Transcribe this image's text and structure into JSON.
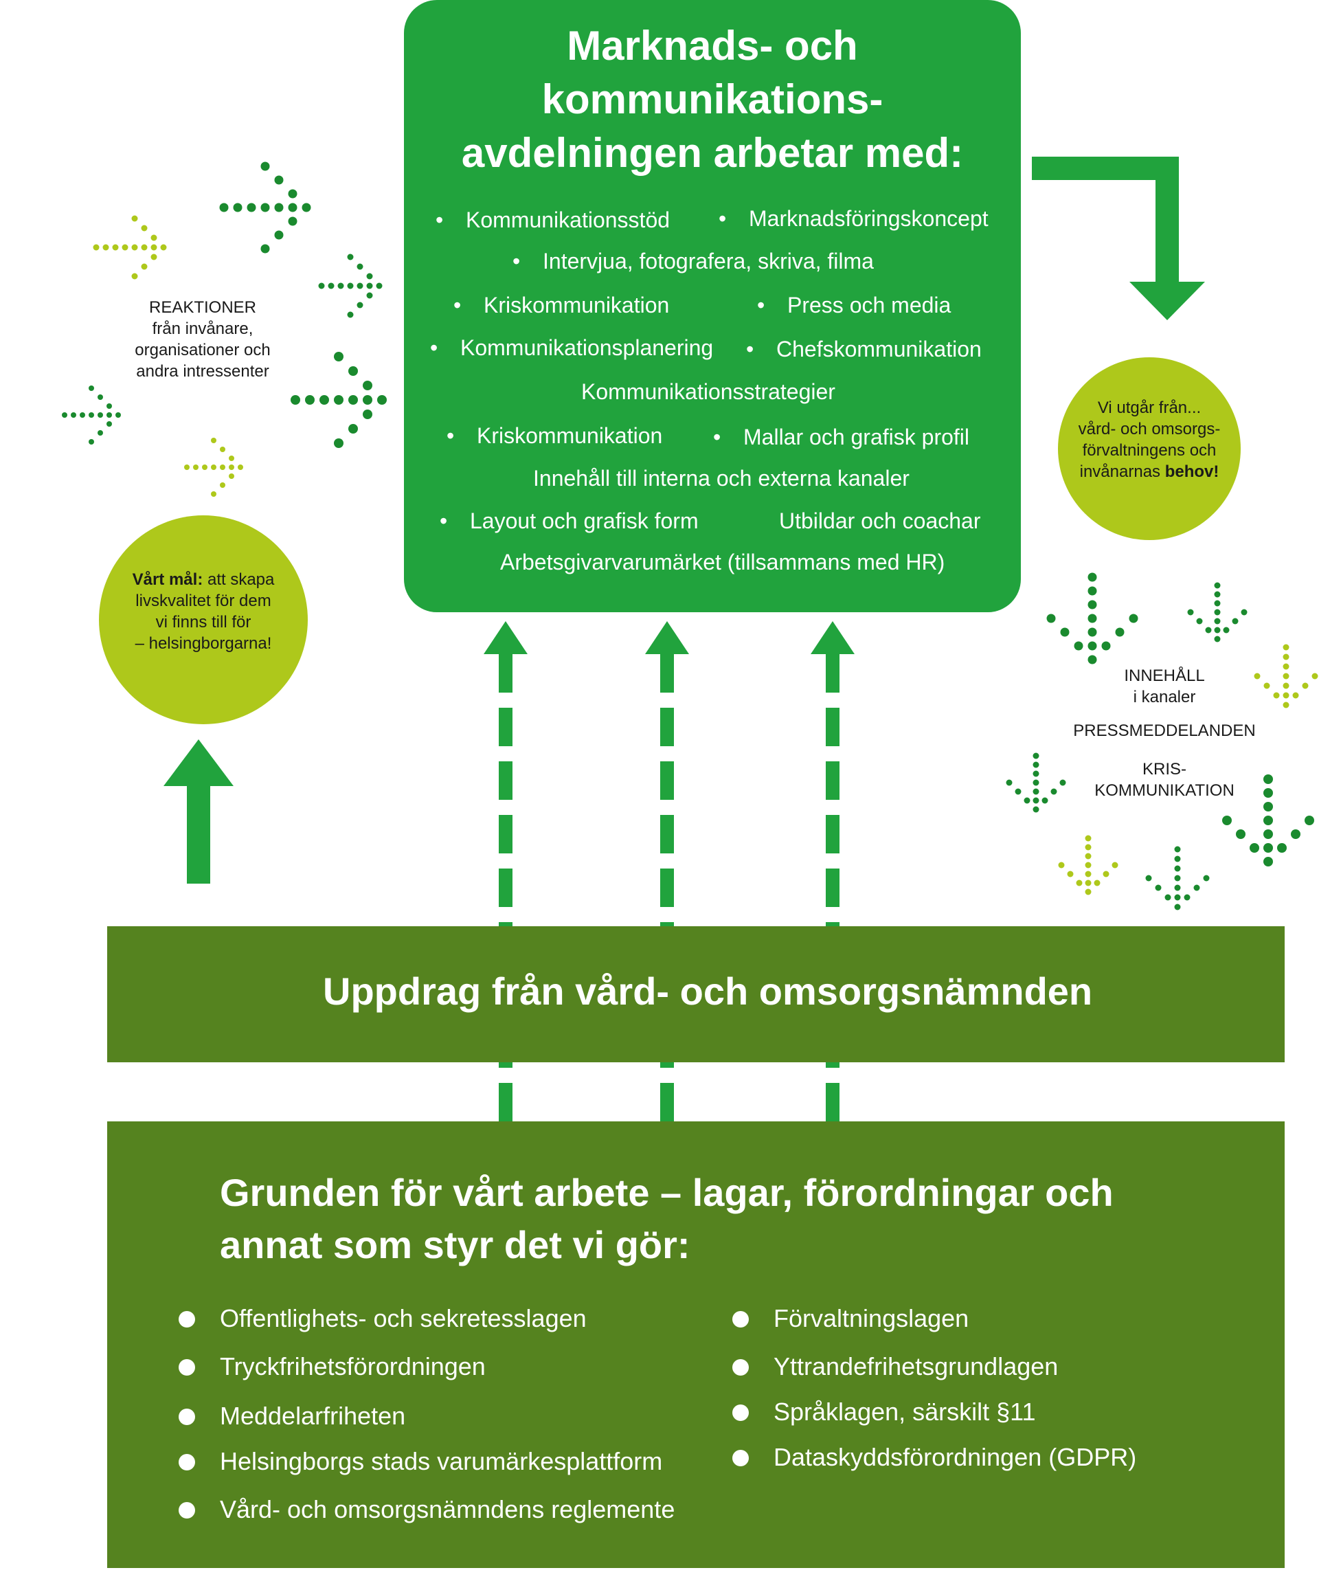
{
  "colors": {
    "green": "#21a33d",
    "dark_green": "#55831f",
    "lime": "#aec81b",
    "arrow_dark": "#1a8a2e"
  },
  "main": {
    "title_lines": [
      "Marknads- och",
      "kommunikations-",
      "avdelningen arbetar med:"
    ],
    "items": {
      "i1": "Kommunikationsstöd",
      "i2": "Marknadsföringskoncept",
      "i3": "Intervjua, fotografera, skriva, filma",
      "i4": "Kriskommunikation",
      "i5": "Press och media",
      "i6": "Kommunikationsplanering",
      "i7": "Chefskommunikation",
      "i8": "Kommunikationsstrategier",
      "i9": "Kriskommunikation",
      "i10": "Mallar och grafisk profil",
      "i11": "Innehåll till interna och externa kanaler",
      "i12": "Layout och grafisk form",
      "i13": "Utbildar och coachar",
      "i14": "Arbetsgivarvarumärket (tillsammans med HR)"
    }
  },
  "left": {
    "reaktioner_lines": [
      "REAKTIONER",
      "från invånare,",
      "organisationer och",
      "andra intressenter"
    ],
    "goal_bold": "Vårt mål:",
    "goal_line1_rest": " att skapa",
    "goal_lines": [
      "livskvalitet för dem",
      "vi finns till för",
      "– helsingborgarna!"
    ]
  },
  "right": {
    "circle_line1": "Vi utgår från...",
    "circle_line2": "vård- och omsorgs-",
    "circle_line3": "förvaltningens och",
    "circle_line4_prefix": "invånarnas ",
    "circle_line4_bold": "behov!",
    "innehall_lines": [
      "INNEHÅLL",
      "i kanaler"
    ],
    "pressmeddelanden": "PRESSMEDDELANDEN",
    "kris_lines": [
      "KRIS-",
      "KOMMUNIKATION"
    ]
  },
  "uppdrag": {
    "title": "Uppdrag från vård- och omsorgsnämnden"
  },
  "grund": {
    "title_lines": [
      "Grunden för vårt arbete – lagar, förordningar och",
      "annat som styr det vi gör:"
    ],
    "left_items": [
      "Offentlighets- och sekretesslagen",
      "Tryckfrihetsförordningen",
      "Meddelarfriheten",
      "Helsingborgs stads varumärkesplattform",
      "Vård- och omsorgsnämndens reglemente"
    ],
    "right_items": [
      "Förvaltningslagen",
      "Yttrandefrihetsgrundlagen",
      "Språklagen, särskilt §11",
      "Dataskyddsförordningen (GDPR)"
    ]
  }
}
